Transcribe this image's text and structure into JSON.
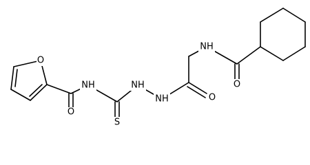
{
  "molecule": {
    "atoms": {
      "furan_oxygen": "O",
      "furoyl_carbonyl_oxygen": "O",
      "amide_nh_1": "NH",
      "thiourea_sulfur": "S",
      "hydrazine_nh_1": "NH",
      "hydrazine_nh_2": "NH",
      "glycyl_carbonyl_oxygen": "O",
      "amide_nh_2": "NH",
      "cyclohexanecarbonyl_oxygen": "O"
    }
  }
}
